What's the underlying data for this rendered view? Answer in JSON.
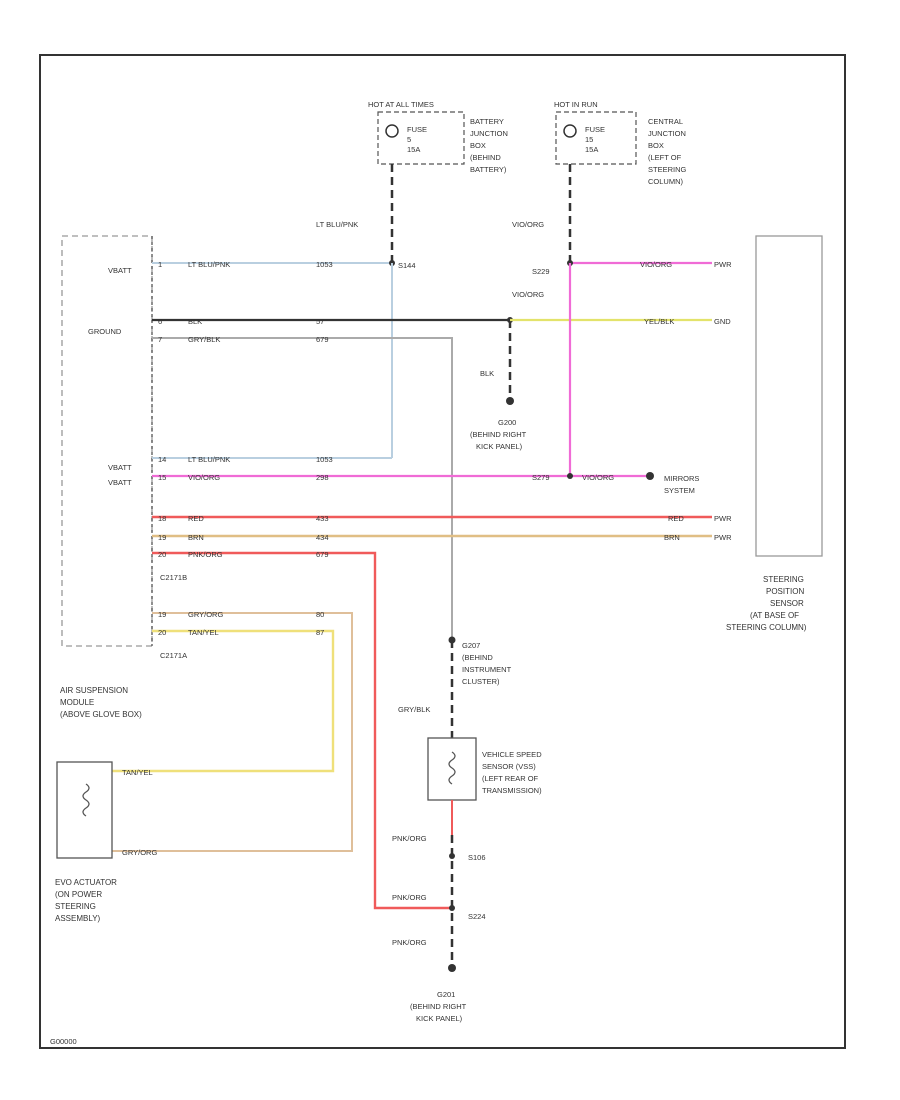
{
  "colors": {
    "frame": "#333333",
    "wire_gray": "#aaaaaa",
    "wire_light_blue": "#b9cfe0",
    "wire_black": "#333333",
    "wire_yellow": "#e3e36b",
    "wire_pink": "#f06bd6",
    "wire_red": "#f05a5a",
    "wire_tan": "#e0be84",
    "wire_tan_yellow": "#efe07a",
    "wire_gray_orange": "#dfbf9a"
  },
  "fuses": {
    "hot_at_all_times": "HOT AT ALL TIMES",
    "fuse_5_label": "FUSE",
    "fuse_5_num": "5",
    "fuse_5_amp": "15A",
    "battery_jbox_lines": [
      "BATTERY",
      "JUNCTION",
      "BOX",
      "(BEHIND",
      "BATTERY)"
    ],
    "hot_in_run": "HOT IN RUN",
    "fuse_15_label": "FUSE",
    "fuse_15_num": "15",
    "fuse_15_amp": "15A",
    "central_jbox_lines": [
      "CENTRAL",
      "JUNCTION",
      "BOX",
      "(LEFT OF",
      "STEERING",
      "COLUMN)"
    ]
  },
  "left_module": {
    "pins": {
      "vbatt_1": "VBATT",
      "ground": "GROUND",
      "vbatt_2": "VBATT",
      "vbatt_3": "VBATT"
    },
    "connector_b": "C2171B",
    "connector_a": "C2171A",
    "name_lines": [
      "AIR SUSPENSION",
      "MODULE",
      "(ABOVE GLOVE BOX)"
    ]
  },
  "wires": {
    "w1": {
      "pin": "1",
      "color": "LT BLU/PNK",
      "circuit": "1053"
    },
    "w2": {
      "pin": "6",
      "color": "BLK",
      "circuit": "57"
    },
    "w3": {
      "pin": "7",
      "color": "GRY/BLK",
      "circuit": "679"
    },
    "w4": {
      "pin": "14",
      "color": "LT BLU/PNK",
      "circuit": "1053"
    },
    "w5": {
      "pin": "15",
      "color": "VIO/ORG",
      "circuit": "298"
    },
    "w6": {
      "pin": "18",
      "color": "RED",
      "circuit": "433"
    },
    "w7": {
      "pin": "19",
      "color": "BRN",
      "circuit": "434"
    },
    "w8": {
      "pin": "20",
      "color": "PNK/ORG",
      "circuit": "679"
    },
    "wa1": {
      "pin": "19",
      "color": "GRY/ORG",
      "circuit": "80"
    },
    "wa2": {
      "pin": "20",
      "color": "TAN/YEL",
      "circuit": "87"
    }
  },
  "splices": {
    "s144_top": "S144",
    "s229": "S229",
    "s279": "S279",
    "s106": "S106",
    "s224": "S224"
  },
  "grounds": {
    "g200_lines": [
      "G200",
      "(BEHIND RIGHT",
      "KICK PANEL)"
    ],
    "g207_lines": [
      "G207",
      "(BEHIND",
      "INSTRUMENT",
      "CLUSTER)"
    ],
    "g201_lines": [
      "G201",
      "(BEHIND RIGHT",
      "KICK PANEL)"
    ]
  },
  "misc_labels": {
    "lt_blu_pnk_vertical": "LT BLU/PNK",
    "vio_org_top": "VIO/ORG",
    "vio_org_mid": "VIO/ORG",
    "blk_vertical": "BLK",
    "gry_blk_vertical": "GRY/BLK",
    "pnk_org_1": "PNK/ORG",
    "pnk_org_2": "PNK/ORG",
    "pnk_org_3": "PNK/ORG",
    "vio_org_right": "VIO/ORG",
    "yel_blk_right": "YEL/BLK",
    "red_right": "RED",
    "brn_right": "BRN",
    "pwr_label": "PWR",
    "gnd_label": "GND",
    "pin_label": "PWR",
    "pin_label_2": "PWR",
    "mirrors_lines": [
      "MIRRORS",
      "SYSTEM"
    ],
    "tan_yel_actuator": "TAN/YEL",
    "gry_org_actuator": "GRY/ORG",
    "figure_id": "G00000"
  },
  "steering_sensor": {
    "name_lines": [
      "STEERING",
      "POSITION",
      "SENSOR",
      "(AT BASE OF",
      "STEERING COLUMN)"
    ]
  },
  "vss": {
    "name_lines": [
      "VEHICLE SPEED",
      "SENSOR (VSS)",
      "(LEFT REAR OF",
      "TRANSMISSION)"
    ]
  },
  "actuator": {
    "name_lines": [
      "EVO ACTUATOR",
      "(ON POWER",
      "STEERING",
      "ASSEMBLY)"
    ]
  }
}
